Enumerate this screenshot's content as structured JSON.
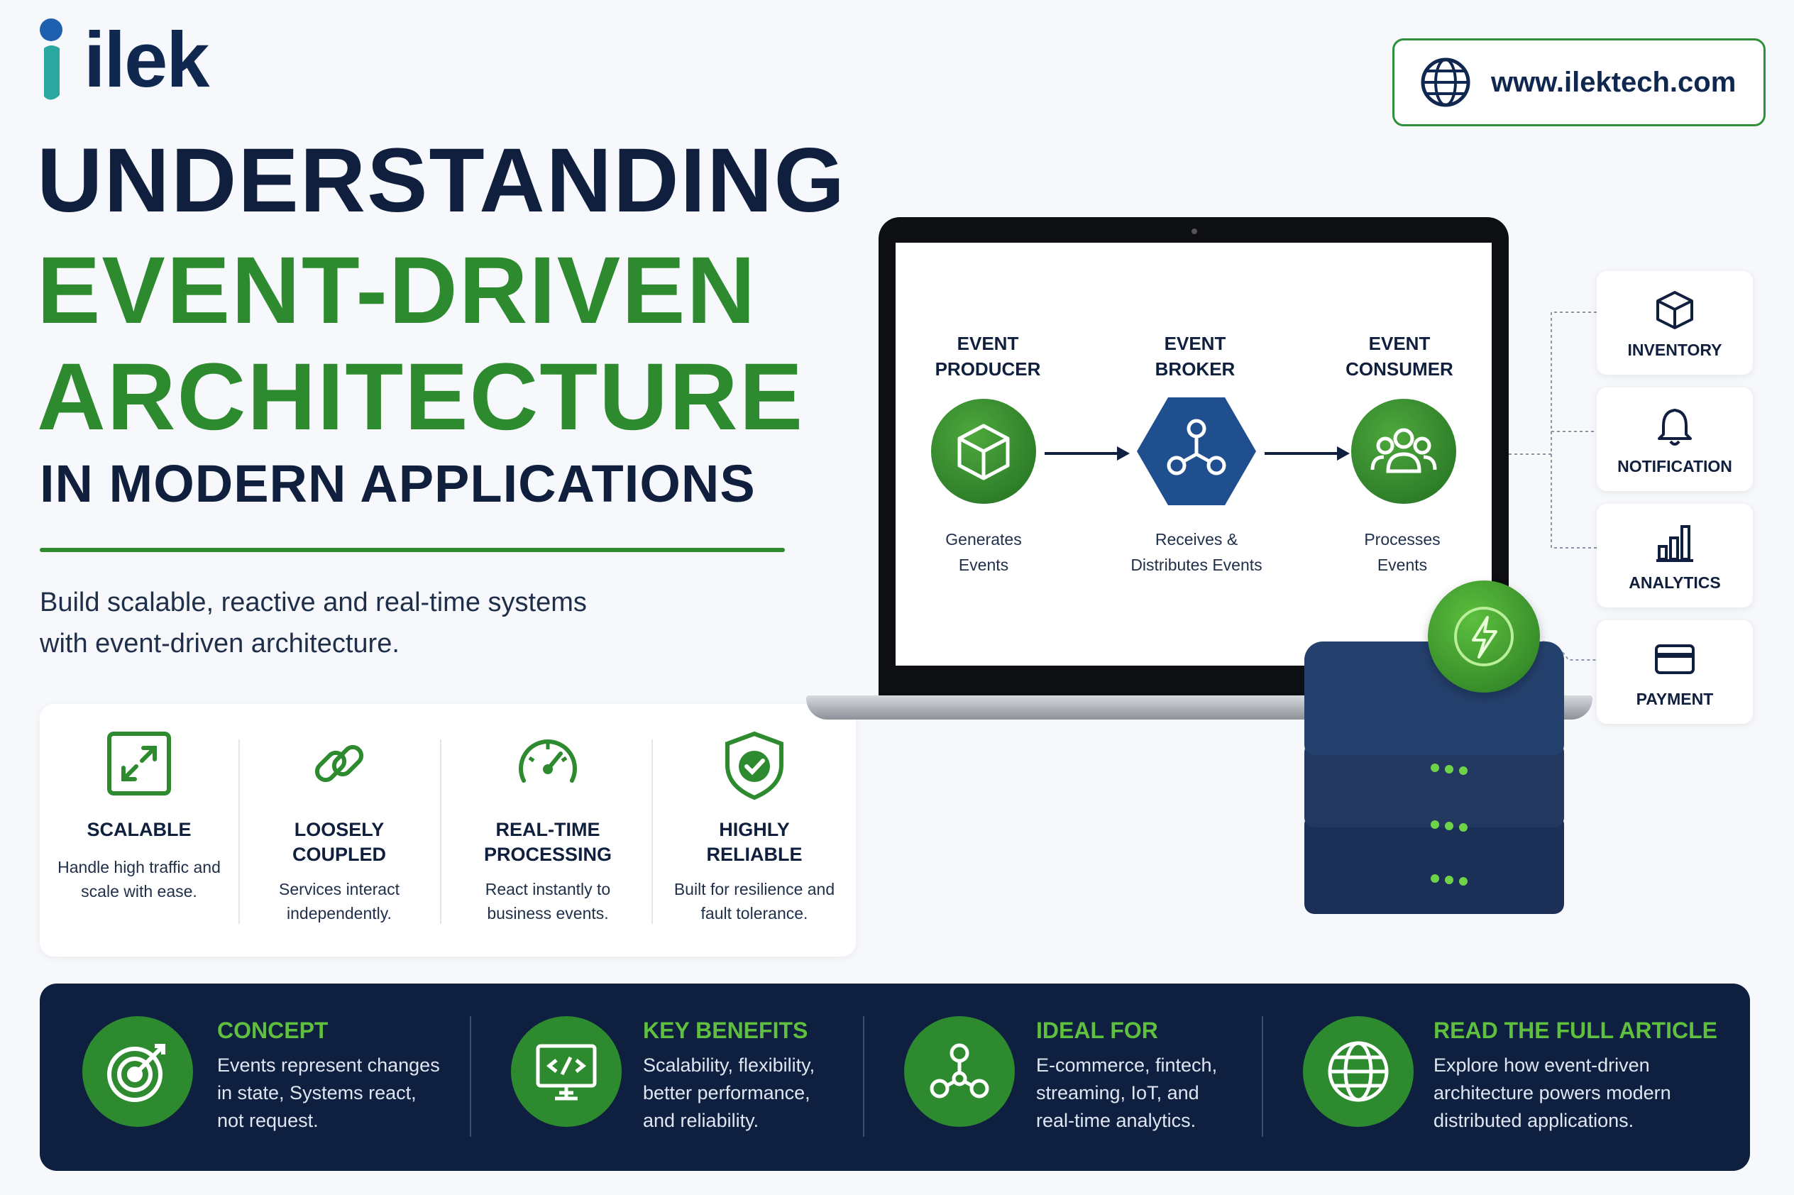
{
  "brand": {
    "name": "ilek",
    "url": "www.ilektech.com"
  },
  "title": {
    "line1": "UNDERSTANDING",
    "line2": "EVENT-DRIVEN",
    "line3": "ARCHITECTURE",
    "line4": "IN MODERN APPLICATIONS"
  },
  "subtitle": {
    "line1": "Build scalable, reactive and real-time systems",
    "line2": "with event-driven architecture."
  },
  "features": [
    {
      "title1": "SCALABLE",
      "title2": "",
      "desc1": "Handle high traffic and",
      "desc2": "scale with ease."
    },
    {
      "title1": "LOOSELY",
      "title2": "COUPLED",
      "desc1": "Services interact",
      "desc2": "independently."
    },
    {
      "title1": "REAL-TIME",
      "title2": "PROCESSING",
      "desc1": "React instantly to",
      "desc2": "business events."
    },
    {
      "title1": "HIGHLY",
      "title2": "RELIABLE",
      "desc1": "Built for resilience and",
      "desc2": "fault tolerance."
    }
  ],
  "flow": {
    "producer": {
      "label1": "EVENT",
      "label2": "PRODUCER",
      "desc1": "Generates",
      "desc2": "Events"
    },
    "broker": {
      "label1": "EVENT",
      "label2": "BROKER",
      "desc1": "Receives &",
      "desc2": "Distributes Events"
    },
    "consumer": {
      "label1": "EVENT",
      "label2": "CONSUMER",
      "desc1": "Processes",
      "desc2": "Events"
    }
  },
  "services": [
    "INVENTORY",
    "NOTIFICATION",
    "ANALYTICS",
    "PAYMENT"
  ],
  "band": [
    {
      "title": "CONCEPT",
      "desc1": "Events represent changes",
      "desc2": "in state, Systems react,",
      "desc3": "not request.",
      "icon": "target-icon"
    },
    {
      "title": "KEY BENEFITS",
      "desc1": "Scalability, flexibility,",
      "desc2": "better performance,",
      "desc3": "and reliability.",
      "icon": "code-monitor-icon"
    },
    {
      "title": "IDEAL FOR",
      "desc1": "E-commerce, fintech,",
      "desc2": "streaming, IoT, and",
      "desc3": "real-time analytics.",
      "icon": "network-icon"
    },
    {
      "title": "READ THE FULL ARTICLE",
      "desc1": "Explore how event-driven",
      "desc2": "architecture powers modern",
      "desc3": "distributed applications.",
      "icon": "globe-icon"
    }
  ],
  "colors": {
    "navy": "#0f1f3d",
    "green": "#2e8a2e",
    "accent_green": "#5fbf3e",
    "band_bg": "#0e1f3f"
  }
}
